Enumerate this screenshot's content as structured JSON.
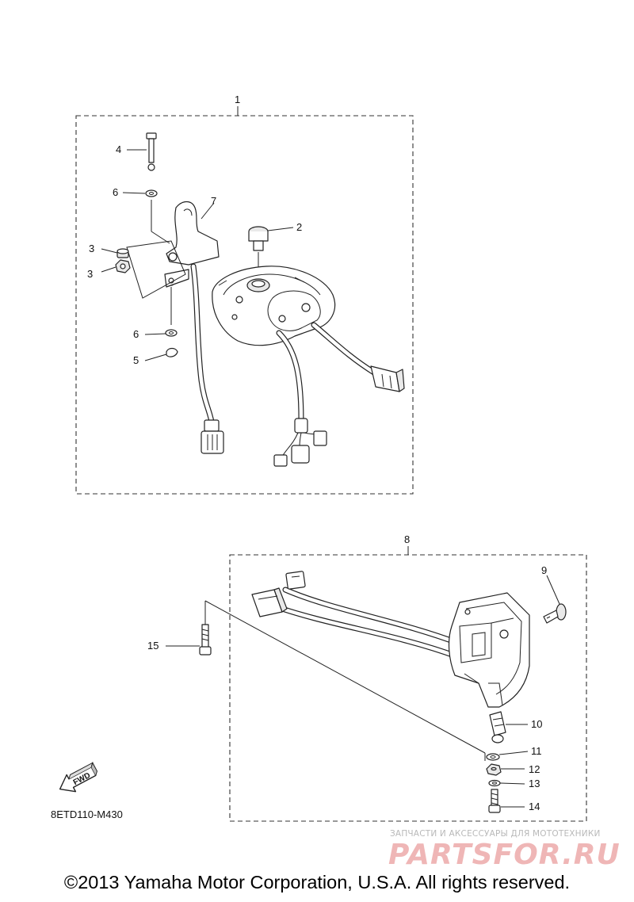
{
  "callouts": {
    "c1": "1",
    "c2": "2",
    "c3a": "3",
    "c3b": "3",
    "c4": "4",
    "c5": "5",
    "c6a": "6",
    "c6b": "6",
    "c7": "7",
    "c8": "8",
    "c9": "9",
    "c10": "10",
    "c11": "11",
    "c12": "12",
    "c13": "13",
    "c14": "14",
    "c15": "15"
  },
  "direction_arrow": {
    "label": "FWD",
    "icon": "fwd-arrow-icon"
  },
  "diagram_code": "8ETD110-M430",
  "watermark": {
    "tagline": "ЗАПЧАСТИ И АКСЕССУАРЫ ДЛЯ МОТОТЕХНИКИ",
    "brand": "PARTSFOR.RU",
    "color": "#efb6b6"
  },
  "copyright": "©2013 Yamaha Motor Corporation, U.S.A. All rights reserved."
}
